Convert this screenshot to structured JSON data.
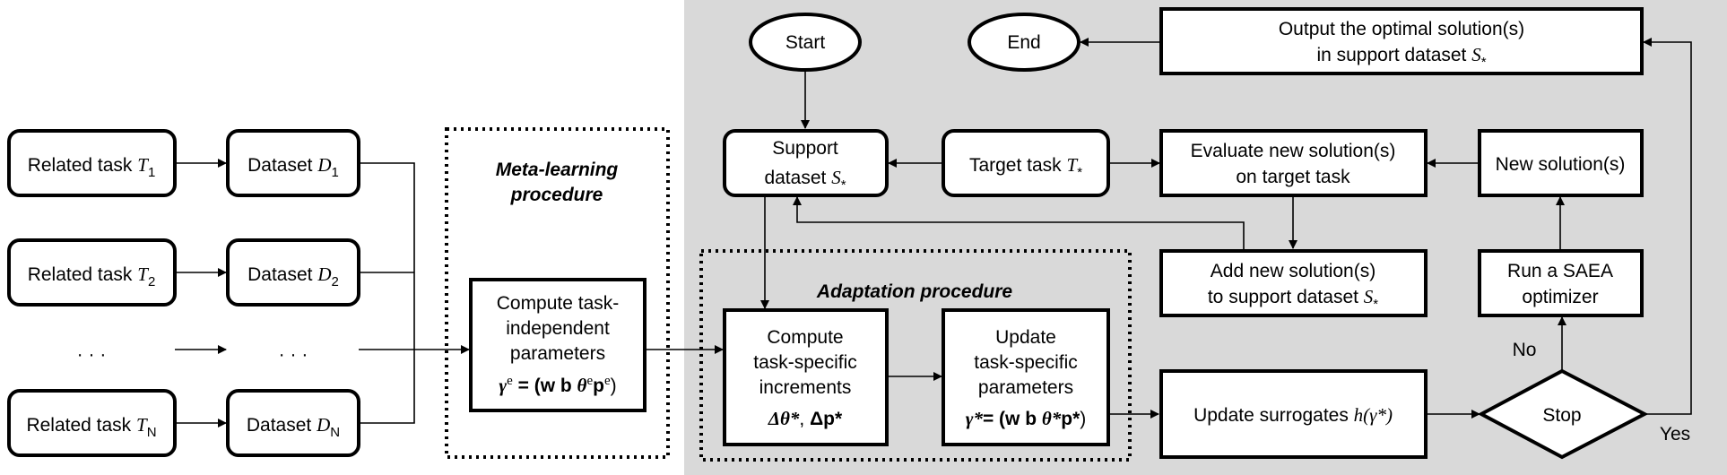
{
  "left_tasks": [
    {
      "label_prefix": "Related task ",
      "sym": "T",
      "sub": "1"
    },
    {
      "label_prefix": "Related task ",
      "sym": "T",
      "sub": "2"
    },
    {
      "label_prefix": "Related task ",
      "sym": "T",
      "sub": "N"
    }
  ],
  "left_datasets": [
    {
      "label_prefix": "Dataset ",
      "sym": "D",
      "sub": "1"
    },
    {
      "label_prefix": "Dataset ",
      "sym": "D",
      "sub": "2"
    },
    {
      "label_prefix": "Dataset ",
      "sym": "D",
      "sub": "N"
    }
  ],
  "ellipsis": "· · ·",
  "meta_learning": {
    "title_line1": "Meta-learning",
    "title_line2": "procedure",
    "box_line1": "Compute task-",
    "box_line2": "independent",
    "box_line3": "parameters",
    "gamma": "γ",
    "gamma_sup": "e",
    "eq_mid": " = (w b ",
    "theta": "θ",
    "theta_sup": "e",
    "p": "p",
    "p_sup": "e",
    "close": ")"
  },
  "adaptation": {
    "title": "Adaptation procedure",
    "compute_line1": "Compute",
    "compute_line2": "task-specific",
    "compute_line3": "increments",
    "delta_theta": "Δθ*",
    "comma": ", ",
    "delta_p": "Δp*",
    "update_line1": "Update",
    "update_line2": "task-specific",
    "update_line3": "parameters",
    "gamma_star": "γ*",
    "update_eq": "= (w b ",
    "theta_star": "θ*",
    "p_star": "p*",
    "close": ")"
  },
  "start": "Start",
  "end": "End",
  "support": {
    "line1": "Support",
    "line2": "dataset ",
    "sym": "S",
    "sub": "*"
  },
  "target": {
    "label": "Target task ",
    "sym": "T",
    "sub": "*"
  },
  "evaluate": {
    "line1": "Evaluate new solution(s)",
    "line2": "on target task"
  },
  "new_solutions": "New solution(s)",
  "output": {
    "line1": "Output the optimal solution(s)",
    "line2": "in support dataset ",
    "sym": "S",
    "sub": "*"
  },
  "add": {
    "line1": "Add new solution(s)",
    "line2": "to support dataset ",
    "sym": "S",
    "sub": "*"
  },
  "saea": {
    "line1": "Run a SAEA",
    "line2": "optimizer"
  },
  "surrogates": {
    "label": "Update surrogates ",
    "sym": "h",
    "arg": "(γ*)"
  },
  "stop": "Stop",
  "no": "No",
  "yes": "Yes"
}
